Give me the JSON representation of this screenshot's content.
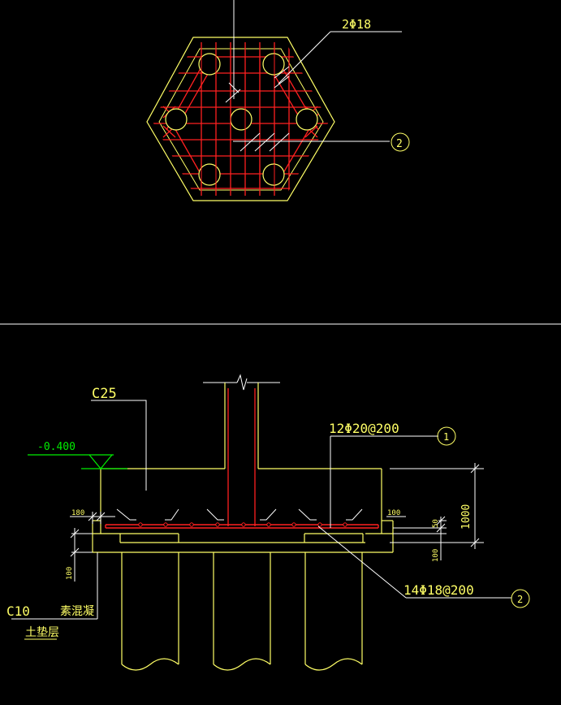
{
  "colors": {
    "background": "#000000",
    "outline": "#ffff66",
    "rebar": "#ff2020",
    "leader": "#ffffff",
    "elevation": "#00ee00"
  },
  "plan": {
    "top_bar_label": "2Φ18",
    "callout_2": "2"
  },
  "section": {
    "concrete_grade": "C25",
    "elevation": "-0.400",
    "top_rebar_label": "12Φ20@200",
    "callout_1": "1",
    "bottom_rebar_label": "14Φ18@200",
    "callout_2": "2",
    "dim_180": "180",
    "dim_100_right": "100",
    "dim_1000": "1000",
    "dim_50": "50",
    "dim_100_lower": "100",
    "dim_100_left": "100",
    "lean_concrete_grade": "C10",
    "lean_concrete_text": "素混凝",
    "cushion_text": "土垫层"
  }
}
